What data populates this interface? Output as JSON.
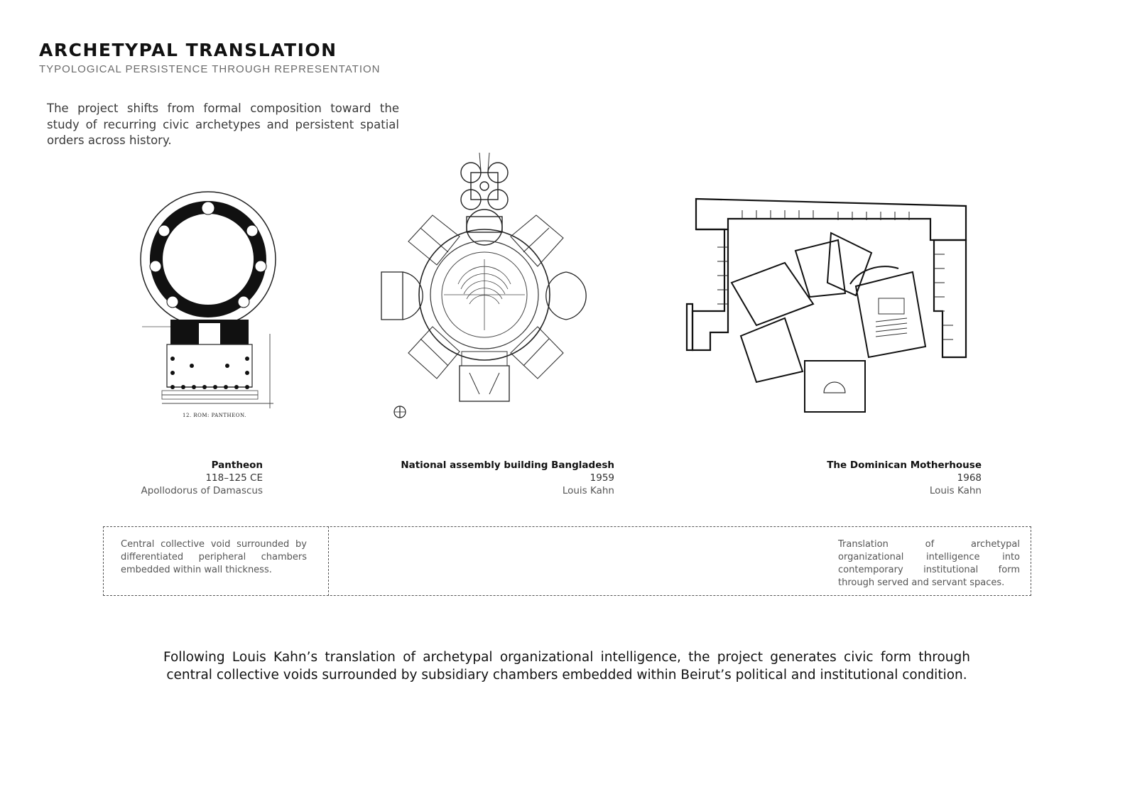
{
  "header": {
    "title": "ARCHETYPAL TRANSLATION",
    "subtitle": "TYPOLOGICAL PERSISTENCE THROUGH REPRESENTATION"
  },
  "intro": "The project shifts from formal composition toward the study of recurring civic archetypes and persistent spatial orders across history.",
  "plans": [
    {
      "name": "Pantheon",
      "date": "118–125 CE",
      "architect": "Apollodorus of Damascus",
      "plate_label": "12. ROM: PANTHEON."
    },
    {
      "name": "National assembly building Bangladesh",
      "date": "1959",
      "architect": "Louis Kahn"
    },
    {
      "name": "The Dominican Motherhouse",
      "date": "1968",
      "architect": "Louis Kahn"
    }
  ],
  "notes": {
    "left": "Central collective void surrounded by differentiated peripheral chambers embedded within wall thickness.",
    "right": "Translation of archetypal organizational intelligence into contemporary institutional form through served and servant spaces."
  },
  "conclusion": "Following Louis Kahn’s translation of archetypal organizational intelligence, the project generates civic form through central collective voids surrounded by subsidiary chambers embedded within Beirut’s political and institutional condition."
}
